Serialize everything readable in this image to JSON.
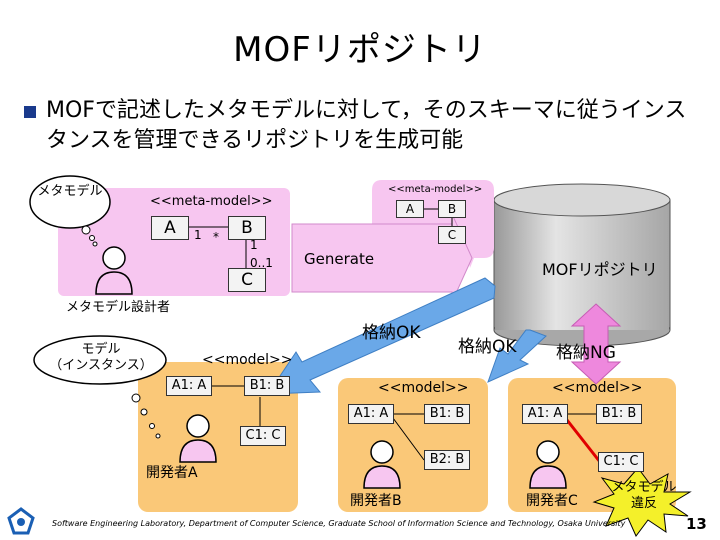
{
  "slide": {
    "title": "MOFリポジトリ",
    "bullet": "MOFで記述したメタモデルに対して，そのスキーマに従うインスタンスを管理できるリポジトリを生成可能",
    "footer": "Software Engineering Laboratory,  Department of Computer Science, Graduate School of Information Science and Technology, Osaka University",
    "page_number": "13"
  },
  "metamodel": {
    "cloud_label": "メタモデル",
    "stereotype": "<<meta-model>>",
    "class_a": "A",
    "class_b": "B",
    "class_c": "C",
    "mult_one": "1",
    "mult_star": "*",
    "mult_b_c_top": "1",
    "mult_b_c_bottom": "0..1",
    "designer": "メタモデル設計者"
  },
  "generate": {
    "label": "Generate",
    "stereotype": "<<meta-model>>",
    "class_a": "A",
    "class_b": "B",
    "class_c": "C"
  },
  "repository": {
    "label": "MOFリポジトリ"
  },
  "storage": {
    "ok1": "格納OK",
    "ok2": "格納OK",
    "ng": "格納NG"
  },
  "model_cloud": {
    "line1": "モデル",
    "line2": "（インスタンス）"
  },
  "dev_a": {
    "stereotype": "<<model>>",
    "obj_a1": "A1: A",
    "obj_b1": "B1: B",
    "obj_c1": "C1: C",
    "name": "開発者A"
  },
  "dev_b": {
    "stereotype": "<<model>>",
    "obj_a1": "A1: A",
    "obj_b1": "B1: B",
    "obj_b2": "B2: B",
    "name": "開発者B"
  },
  "dev_c": {
    "stereotype": "<<model>>",
    "obj_a1": "A1: A",
    "obj_b1": "B1: B",
    "obj_c1": "C1: C",
    "name": "開発者C"
  },
  "violation": {
    "line1": "メタモデル",
    "line2": "違反"
  },
  "colors": {
    "panel_pink": "#f7c6f0",
    "panel_orange": "#fac878",
    "arrow_blue": "#6aa8e8",
    "arrow_pink": "#ee88dd",
    "starburst_yellow": "#f4f02a",
    "violation_red": "#e00000",
    "bullet_blue": "#1a3a8c"
  },
  "icons": [
    "person-icon",
    "thought-cloud-icon",
    "logo-icon",
    "starburst-icon"
  ]
}
